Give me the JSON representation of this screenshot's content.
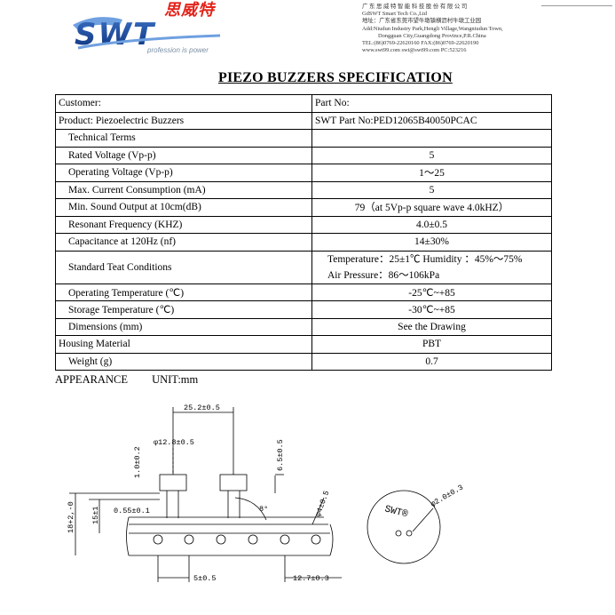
{
  "header": {
    "logo_text": "SWT",
    "logo_cn": "思威特",
    "tagline": "profession is power",
    "company_lines": [
      "广 东 思 威 特 智 能 科 技 股 份 有 限 公 司",
      "GdSWT Smart Tech Co.,Ltd",
      "地址：广东省东莞市望牛墩镇横沥村牛墩工业园",
      "Add:Niudun Industry Park,Hengli Village,Wangniudun Town,",
      "Dongguan City,Guangdong Province,P.R.China",
      "TEL:(86)0769-22620160    FAX:(86)0769-22620190",
      "www.swt99.com   swt@swt99.com   PC:523216"
    ]
  },
  "title": "PIEZO BUZZERS SPECIFICATION",
  "table": {
    "customer_label": "Customer:",
    "part_no_label": "Part No:",
    "product_label": "Product: Piezoelectric Buzzers",
    "swt_part_no": "SWT Part No:PED12065B40050PCAC",
    "section_technical": "Technical Terms",
    "rows": [
      {
        "label": "Rated Voltage (Vp-p)",
        "value": "5"
      },
      {
        "label": "Operating Voltage (Vp-p)",
        "value": "1～25"
      },
      {
        "label": "Max. Current Consumption (mA)",
        "value": "5"
      },
      {
        "label": "Min. Sound Output at 10cm(dB)",
        "value": "79（at 5Vp-p square wave 4.0kHZ）"
      },
      {
        "label": "Resonant Frequency (KHZ)",
        "value": "4.0±0.5"
      },
      {
        "label": "Capacitance at 120Hz (nf)",
        "value": "14±30%"
      }
    ],
    "standard_label": "Standard Teat Conditions",
    "standard_line1": "Temperature：25±1℃  Humidity ：45%～75%",
    "standard_line2": "Air Pressure：86～106kPa",
    "rows2": [
      {
        "label": "Operating Temperature (℃)",
        "value": "-25℃~+85"
      },
      {
        "label": "Storage Temperature (℃)",
        "value": "-30℃~+85"
      },
      {
        "label": "Dimensions (mm)",
        "value": "See the Drawing"
      }
    ],
    "housing_label": "Housing Material",
    "housing_value": "PBT",
    "weight_label": "Weight (g)",
    "weight_value": "0.7"
  },
  "appearance": {
    "label": "APPEARANCE",
    "unit": "UNIT:mm"
  },
  "drawing": {
    "dim_width": "25.2±0.5",
    "dim_dia": "φ12.8±0.5",
    "dim_1": "1.0±0.2",
    "dim_65": "6.5±0.5",
    "dim_055": "0.55±0.1",
    "dim_15": "15±1",
    "dim_18": "18+2,-0",
    "dim_angle": "8°",
    "dim_4": "φ4±0.5",
    "dim_5": "5±0.5",
    "dim_127": "12.7±0.3",
    "dim_hole": "φ2.0±0.3",
    "top_brand": "SWT®"
  }
}
